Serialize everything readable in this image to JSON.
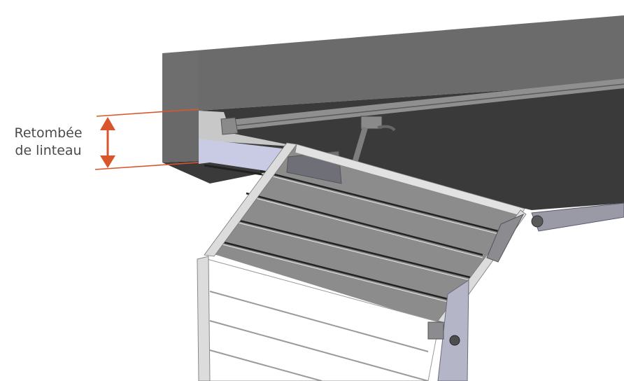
{
  "annotation": {
    "label_line1": "Retombée",
    "label_line2": "de linteau",
    "color": "#d9552b"
  },
  "scene": {
    "subject": "sectional-garage-door-with-opener",
    "colors": {
      "lintel_front": "#6b6b6b",
      "lintel_underside": "#3a3a3a",
      "door_panel_open": "#8c8c8c",
      "door_panel_closed": "#ffffff",
      "frame": "#dcdcdc",
      "rail": "#9a9aa6",
      "header_strip": "#c9cbe4"
    }
  }
}
